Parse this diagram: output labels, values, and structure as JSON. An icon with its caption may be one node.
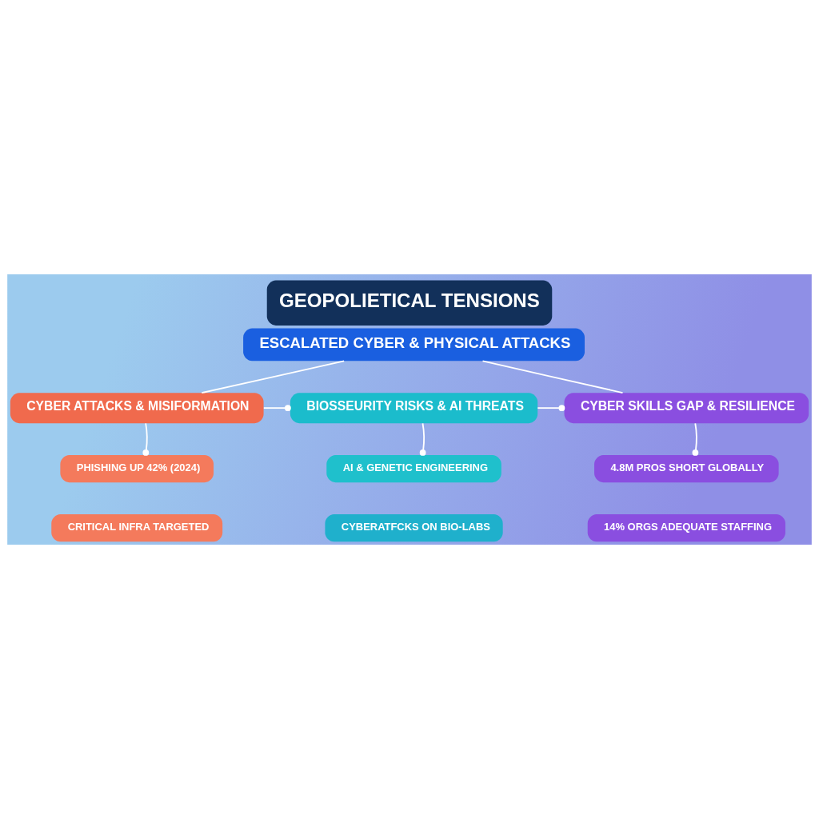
{
  "diagram": {
    "title": "GEOPOLIETICAL TENSIONS",
    "nodes": [
      {
        "text": [
          "ESCALATED CYBER & PHYSICAL ATTACKS"
        ]
      },
      {
        "text": [
          "CYBER ATTACKS & MISIFORMATION"
        ]
      },
      {
        "text": [
          "BIOSSEURITY RISKS & AI THREATS"
        ]
      },
      {
        "text": [
          "CYBER SKILLS GAP & RESILIENCE"
        ]
      },
      {
        "text": [
          "PHISHING UP 42% (2024)"
        ]
      },
      {
        "text": [
          "CRITICAL INFRA TARGETED"
        ]
      },
      {
        "text": [
          "AI & GENETIC ENGINEERING"
        ]
      },
      {
        "text": [
          "CYBERATFCKS ON BIO-LABS"
        ]
      },
      {
        "text": [
          "4.8M PROS SHORT GLOBALLY"
        ]
      },
      {
        "text": [
          "14% ORGS ADEQUATE STAFFING"
        ]
      }
    ],
    "edges": [
      {
        "from": 0,
        "to": 1,
        "arrow": "none"
      },
      {
        "from": 0,
        "to": 3,
        "arrow": "none"
      },
      {
        "from": 1,
        "to": 2,
        "arrow": "other"
      },
      {
        "from": 2,
        "to": 3,
        "arrow": "other"
      },
      {
        "from": 1,
        "to": 4,
        "arrow": "other"
      },
      {
        "from": 2,
        "to": 6,
        "arrow": "other"
      },
      {
        "from": 3,
        "to": 8,
        "arrow": "other"
      }
    ]
  }
}
